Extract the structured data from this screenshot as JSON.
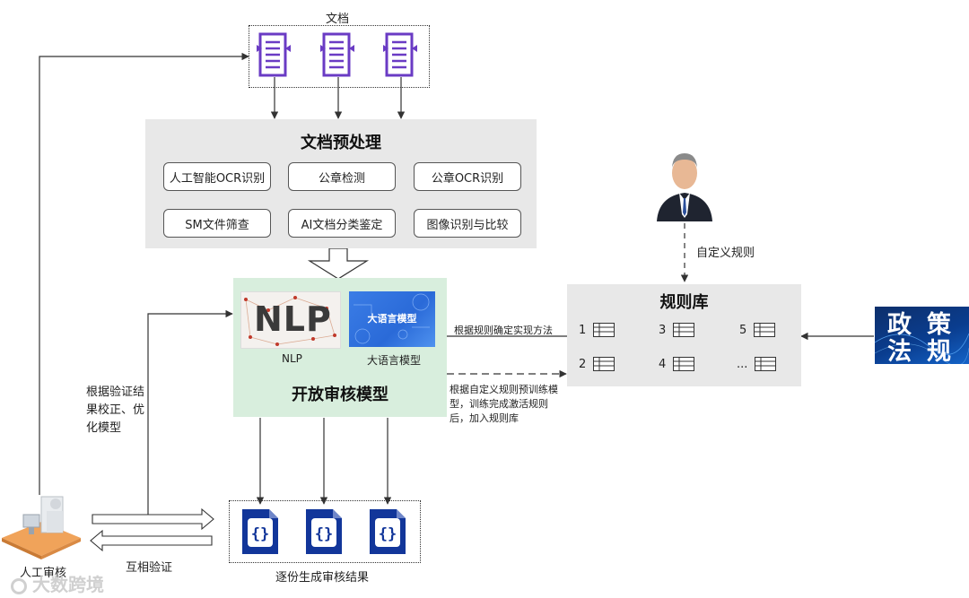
{
  "documents": {
    "label": "文档"
  },
  "preprocess": {
    "title": "文档预处理",
    "items": [
      "人工智能OCR识别",
      "公章检测",
      "公章OCR识别",
      "SM文件筛查",
      "AI文档分类鉴定",
      "图像识别与比较"
    ]
  },
  "model": {
    "title": "开放审核模型",
    "nlp_label": "NLP",
    "nlp_image_text": "NLP",
    "llm_label": "大语言模型",
    "llm_image_text": "大语言模型"
  },
  "rules": {
    "title": "规则库",
    "items": [
      "1",
      "3",
      "5",
      "2",
      "4",
      "..."
    ],
    "custom_label": "自定义规则",
    "determine_label": "根据规则确定实现方法",
    "pretrain_label": [
      "根据自定义规则预训练模",
      "型，训练完成激活规则",
      "后，加入规则库"
    ]
  },
  "policy": {
    "chars": [
      "政",
      "策",
      "法",
      "规"
    ]
  },
  "feedback": {
    "lines": [
      "根据验证结",
      "果校正、优",
      "化模型"
    ]
  },
  "review": {
    "person_label": "人工审核",
    "mutual_label": "互相验证",
    "results_label": "逐份生成审核结果"
  },
  "watermark": {
    "text": "大数跨境"
  },
  "colors": {
    "doc_purple": "#6a3bc4",
    "result_blue": "#12369a",
    "green_panel": "#d8eedd",
    "gray_panel": "#e8e8e8"
  }
}
